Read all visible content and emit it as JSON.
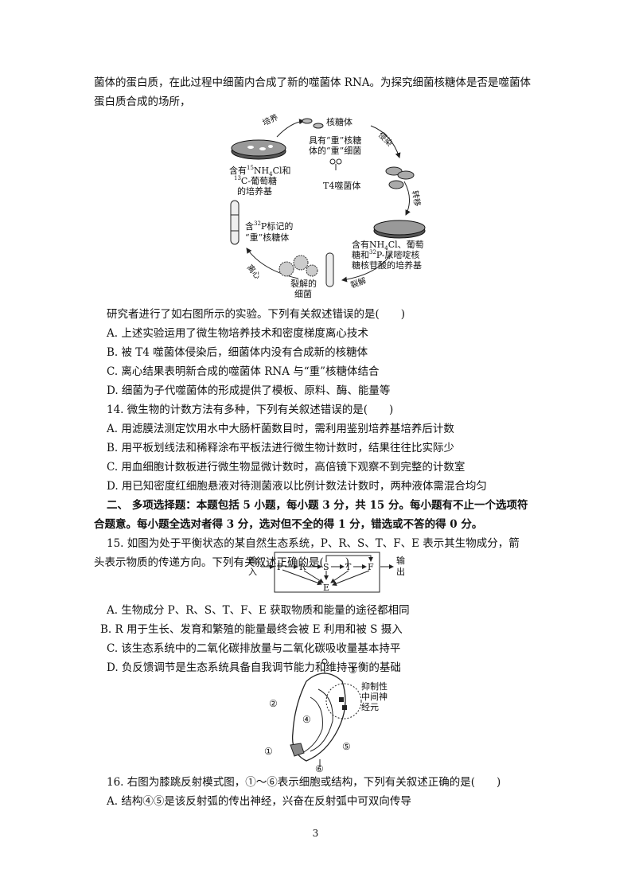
{
  "lines": [
    "菌体的蛋白质，在此过程中细菌内合成了新的噬菌体 RNA。为探究细菌核糖体是否是噬菌体",
    "蛋白质合成的场所，",
    "研究者进行了如右图所示的实验。下列有关叙述错误的是(　　)",
    "A. 上述实验运用了微生物培养技术和密度梯度离心技术",
    "B. 被 T4 噬菌体侵染后，细菌体内没有合成新的核糖体",
    "C. 离心结果表明新合成的噬菌体 RNA 与“重”核糖体结合",
    "D. 细菌为子代噬菌体的形成提供了模板、原料、酶、能量等",
    "14. 微生物的计数方法有多种，下列有关叙述错误的是(　　)",
    "A. 用滤膜法测定饮用水中大肠杆菌数目时，需利用鉴别培养基培养后计数",
    "B. 用平板划线法和稀释涂布平板法进行微生物计数时，结果往往比实际少",
    "C. 用血细胞计数板进行微生物显微计数时，高倍镜下观察不到完整的计数室",
    "D. 用已知密度红细胞悬液对待测菌液以比例计数法计数时，两种液体需混合均匀",
    "二、 多项选择题：本题包括 5 小题，每小题 3 分，共 15 分。每小题有不止一个选项符",
    "合题意。每小题全选对者得 3 分，选对但不全的得 1 分，错选或不答的得 0 分。",
    "15. 如图为处于平衡状态的某自然生态系统，P、R、S、T、F、E 表示其生物成分，箭",
    "头表示物质的传递方向。下列有关叙述正确的是(　　)",
    "A. 生物成分 P、R、S、T、F、E 获取物质和能量的途径都相同",
    "B. R 用于生长、发育和繁殖的能量最终会被 E 利用和被 S 摄入",
    "C. 该生态系统中的二氧化碳排放量与二氧化碳吸收量基本持平",
    "D. 负反馈调节是生态系统具备自我调节能力和维持平衡的基础",
    "16. 右图为膝跳反射模式图，①～⑥表示细胞或结构，下列有关叙述正确的是(　　)",
    "A. 结构④⑤是该反射弧的传出神经，兴奋在反射弧中可双向传导"
  ],
  "fig1": {
    "culture": "培养",
    "ribosome": "核糖体",
    "heavy1": "具有“重”核糖",
    "heavy2": "体的“重”细菌",
    "infect": "侵染",
    "medium1_a": "含有",
    "medium1_b": "NH",
    "medium1_c": "Cl和",
    "medium1_d": "C-葡萄糖",
    "medium1_e": "的培养基",
    "n15": "15",
    "c13": "13",
    "phage": "T4噬菌体",
    "transfer": "转移",
    "medium2_a": "含有NH",
    "medium2_b": "Cl、葡萄",
    "medium2_c": "糖和",
    "medium2_d": "P-尿嘧啶核",
    "medium2_e": "糖核苷酸的培养基",
    "p32": "32",
    "labeled1": "含",
    "labeled2": "P标记的",
    "labeled3": "“重”核糖体",
    "centrifuge": "离心",
    "lysed1": "裂解的",
    "lysed2": "细菌",
    "lyse": "裂解"
  },
  "fig2": {
    "input1": "输",
    "input2": "入",
    "output1": "输",
    "output2": "出",
    "P": "P",
    "R": "R",
    "S": "S",
    "T": "T",
    "F": "F",
    "E": "E"
  },
  "fig3": {
    "c1": "①",
    "c2": "②",
    "c3": "③",
    "c4": "④",
    "c5": "⑤",
    "c6": "⑥",
    "inh1": "抑制性",
    "inh2": "中间神",
    "inh3": "经元"
  },
  "page_number": "3"
}
